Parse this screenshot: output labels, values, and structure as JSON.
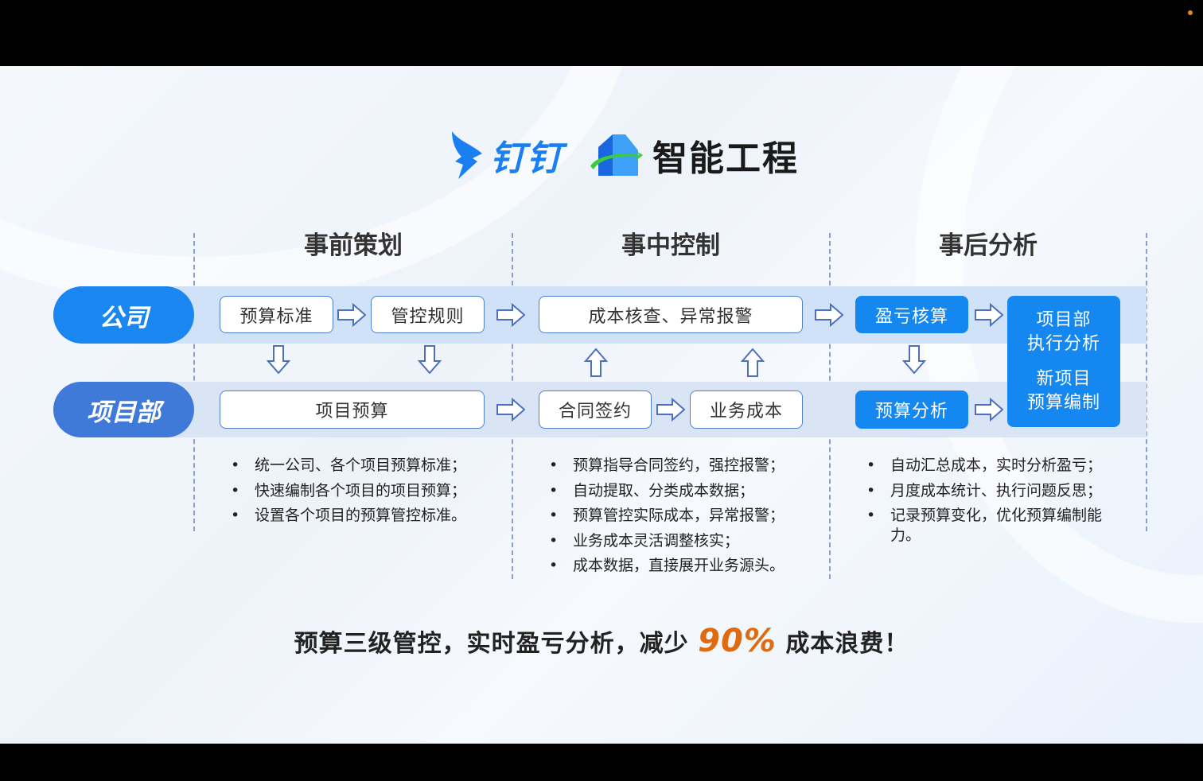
{
  "logos": {
    "dingtalk": "钉钉",
    "product": "智能工程"
  },
  "phases": [
    "事前策划",
    "事中控制",
    "事后分析"
  ],
  "rows": {
    "company": "公司",
    "project": "项目部"
  },
  "company_boxes": [
    "预算标准",
    "管控规则",
    "成本核查、异常报警",
    "盈亏核算"
  ],
  "project_boxes": [
    "项目预算",
    "合同签约",
    "业务成本",
    "预算分析"
  ],
  "final_box": {
    "line1": "项目部",
    "line2": "执行分析",
    "line3": "新项目",
    "line4": "预算编制"
  },
  "bullets": {
    "pre": [
      "统一公司、各个项目预算标准；",
      "快速编制各个项目的项目预算；",
      "设置各个项目的预算管控标准。"
    ],
    "mid": [
      "预算指导合同签约，强控报警；",
      "自动提取、分类成本数据；",
      "预算管控实际成本，异常报警；",
      "业务成本灵活调整核实；",
      "成本数据，直接展开业务源头。"
    ],
    "post": [
      "自动汇总成本，实时分析盈亏；",
      "月度成本统计、执行问题反思；",
      "记录预算变化，优化预算编制能力。"
    ]
  },
  "tagline": {
    "before": "预算三级管控，实时盈亏分析，减少 ",
    "percent": "90%",
    "after": " 成本浪费！"
  },
  "colors": {
    "primary": "#1487f0",
    "pill_project": "#3f7ad8",
    "accent": "#e06a10",
    "band": "#cfe2f8"
  }
}
